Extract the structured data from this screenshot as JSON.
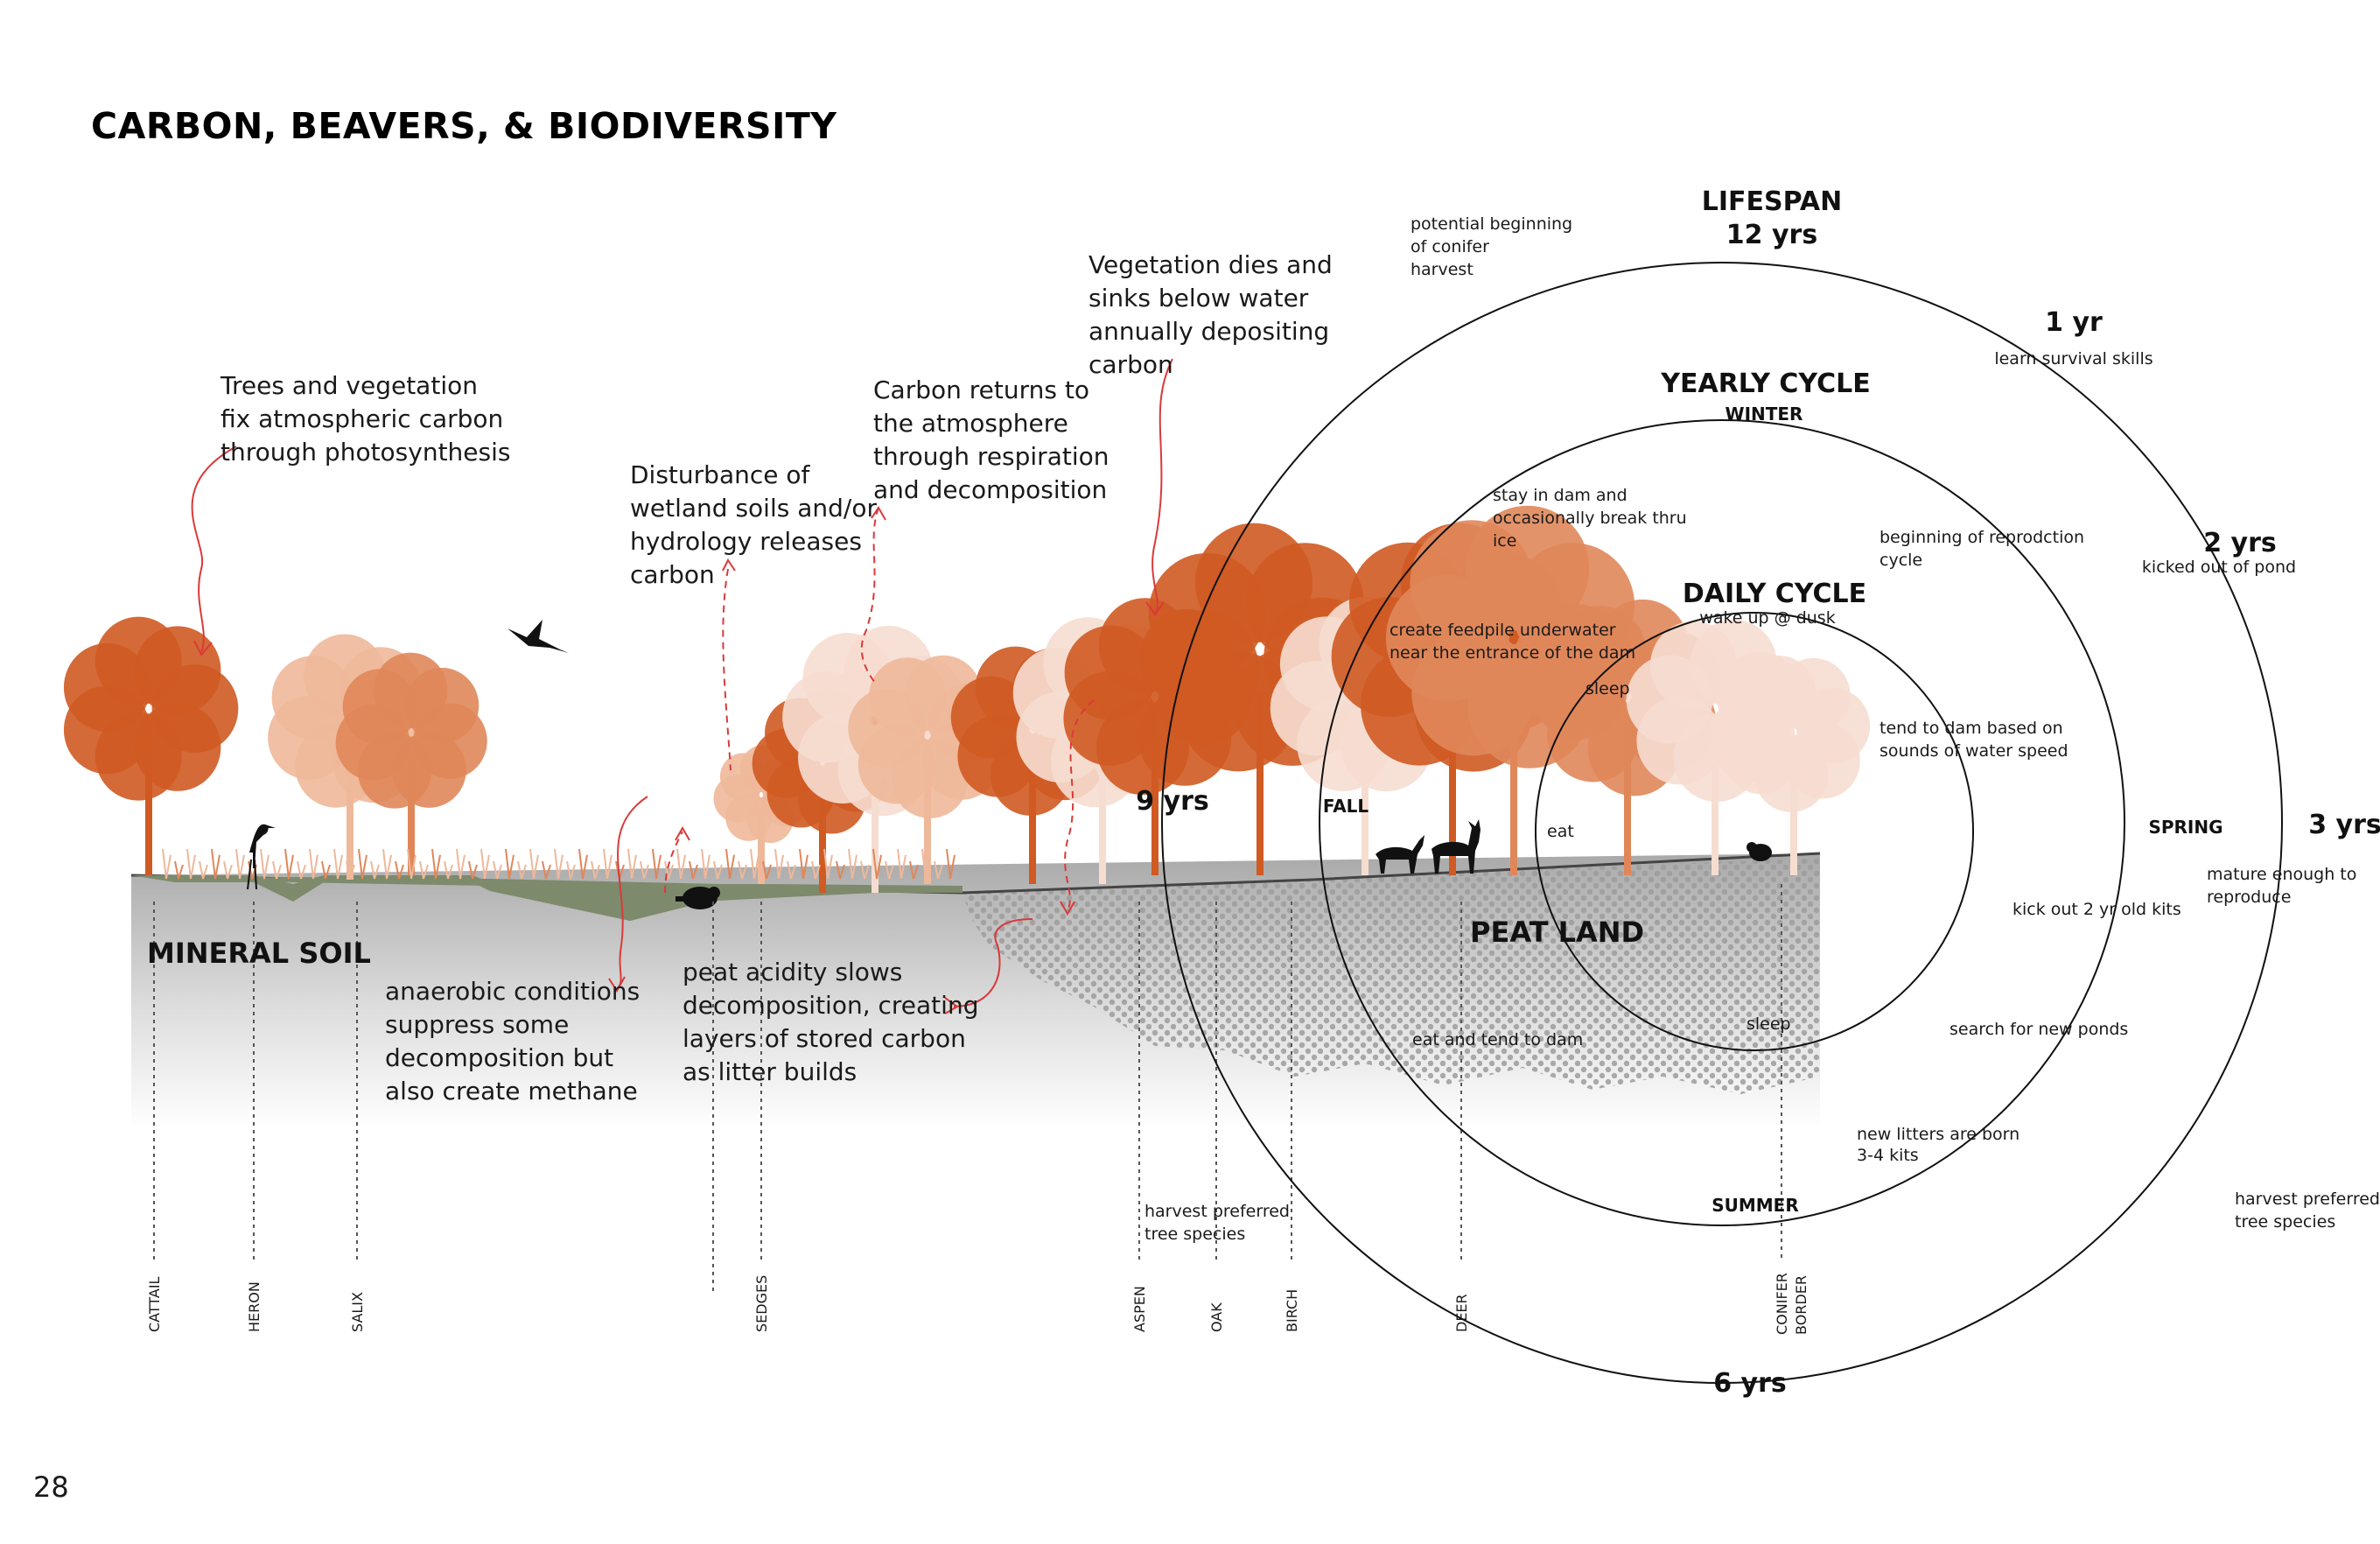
{
  "page": {
    "title": "CARBON, BEAVERS, & BIODIVERSITY",
    "number": "28"
  },
  "annotations": {
    "trees_fix": [
      "Trees and vegetation",
      "fix atmospheric carbon",
      "through photosynthesis"
    ],
    "disturbance": [
      "Disturbance of",
      "wetland soils and/or",
      "hydrology releases",
      "carbon"
    ],
    "carbon_returns": [
      "Carbon returns to",
      "the atmosphere",
      "through respiration",
      "and decomposition"
    ],
    "vegetation_dies": [
      "Vegetation dies and",
      "sinks below water",
      "annually depositing",
      "carbon"
    ],
    "anaerobic": [
      "anaerobic conditions",
      "suppress some",
      "decomposition but",
      "also create methane"
    ],
    "peat_acidity": [
      "peat acidity slows",
      "decomposition, creating",
      "layers of stored carbon",
      "as litter builds"
    ]
  },
  "soil": {
    "mineral": "MINERAL SOIL",
    "peat": "PEAT LAND"
  },
  "species_labels": [
    "CATTAIL",
    "HERON",
    "SALIX",
    "SEDGES",
    "ASPEN",
    "OAK",
    "BIRCH",
    "DEER"
  ],
  "conifer_label": [
    "CONIFER",
    "BORDER"
  ],
  "cycles": {
    "lifespan": {
      "title": "LIFESPAN",
      "top": "12 yrs",
      "y1": "1 yr",
      "y1_note": "learn survival skills",
      "y2": "2 yrs",
      "y2_note": "kicked out of pond",
      "y3": "3 yrs",
      "y3_note": [
        "mature enough to",
        "reproduce"
      ],
      "bottom": "6 yrs",
      "left": "9 yrs",
      "harvest_right": [
        "harvest preferred",
        "tree species"
      ],
      "harvest_left": [
        "harvest preferred",
        "tree species"
      ],
      "conifer_harvest": [
        "potential beginning",
        "of conifer",
        "harvest"
      ]
    },
    "yearly": {
      "title": "YEARLY CYCLE",
      "winter": "WINTER",
      "spring": "SPRING",
      "summer": "SUMMER",
      "fall": "FALL",
      "stay_dam": [
        "stay in dam and",
        "occasionally break thru",
        "ice"
      ],
      "reproduction": [
        "beginning of reprodction",
        "cycle"
      ],
      "feedpile": [
        "create feedpile underwater",
        "near the entrance of the dam"
      ],
      "kick_out": "kick out 2 yr old kits",
      "search_ponds": "search for new ponds",
      "litters": [
        "new litters are born",
        "3-4 kits"
      ],
      "eat_tend": "eat and tend to dam"
    },
    "daily": {
      "title": "DAILY CYCLE",
      "wake": "wake up @ dusk",
      "tend": [
        "tend to dam based on",
        "sounds of water speed"
      ],
      "sleep_top": "sleep",
      "eat": "eat",
      "sleep_bottom": "sleep"
    }
  },
  "colors": {
    "tree_dark": "#cf5a22",
    "tree_mid": "#e0875a",
    "tree_light": "#eeb89a",
    "tree_pale": "#f6ddd0",
    "marsh": "#7d8a6c",
    "arrow": "#d93a3a",
    "soil_grey": "#bdbdbd"
  }
}
